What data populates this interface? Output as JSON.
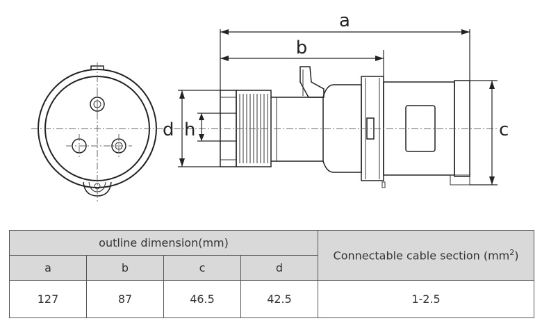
{
  "diagram": {
    "labels": {
      "a": "a",
      "b": "b",
      "c": "c",
      "d": "d",
      "h": "h"
    }
  },
  "table": {
    "group_header": "outline dimension(mm)",
    "cable_header_prefix": "Connectable cable section (mm",
    "cable_header_sup": "2",
    "cable_header_suffix": ")",
    "columns": [
      "a",
      "b",
      "c",
      "d"
    ],
    "values": [
      "127",
      "87",
      "46.5",
      "42.5"
    ],
    "cable_value": "1-2.5"
  }
}
